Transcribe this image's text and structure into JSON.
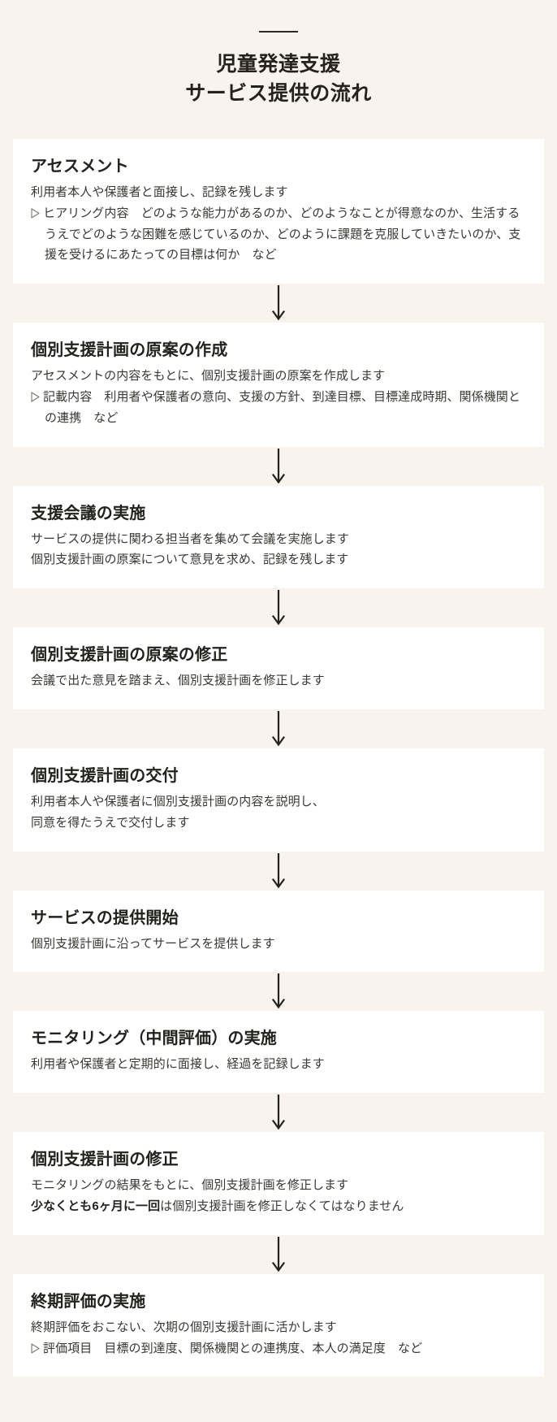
{
  "colors": {
    "page_background": "#f8f4ed",
    "card_background": "#ffffff",
    "text": "#2b2a28",
    "heading": "#23221f",
    "rule": "#2b2a28",
    "arrow": "#23221f"
  },
  "header": {
    "rule": "horizontal-rule",
    "title_line1": "児童発達支援",
    "title_line2": "サービス提供の流れ"
  },
  "icons": {
    "bullet": "triangle-right-outline-icon",
    "connector": "arrow-down-icon"
  },
  "flow": {
    "connector_label": "↓",
    "steps": [
      {
        "title": "アセスメント",
        "lines": [
          "利用者本人や保護者と面接し、記録を残します"
        ],
        "bullet": "ヒアリング内容　どのような能力があるのか、どのようなことが得意なのか、生活するうえでどのような困難を感じているのか、どのように課題を克服していきたいのか、支援を受けるにあたっての目標は何か　など"
      },
      {
        "title": "個別支援計画の原案の作成",
        "lines": [
          "アセスメントの内容をもとに、個別支援計画の原案を作成します"
        ],
        "bullet": "記載内容　利用者や保護者の意向、支援の方針、到達目標、目標達成時期、関係機関との連携　など"
      },
      {
        "title": "支援会議の実施",
        "lines": [
          "サービスの提供に関わる担当者を集めて会議を実施します",
          "個別支援計画の原案について意見を求め、記録を残します"
        ],
        "bullet": ""
      },
      {
        "title": "個別支援計画の原案の修正",
        "lines": [
          "会議で出た意見を踏まえ、個別支援計画を修正します"
        ],
        "bullet": ""
      },
      {
        "title": "個別支援計画の交付",
        "lines": [
          "利用者本人や保護者に個別支援計画の内容を説明し、",
          "同意を得たうえで交付します"
        ],
        "bullet": ""
      },
      {
        "title": "サービスの提供開始",
        "lines": [
          "個別支援計画に沿ってサービスを提供します"
        ],
        "bullet": ""
      },
      {
        "title": "モニタリング（中間評価）の実施",
        "lines": [
          "利用者や保護者と定期的に面接し、経過を記録します"
        ],
        "bullet": ""
      },
      {
        "title": "個別支援計画の修正",
        "lines": [
          "モニタリングの結果をもとに、個別支援計画を修正します"
        ],
        "emphasis_line": {
          "bold": "少なくとも6ヶ月に一回",
          "rest": "は個別支援計画を修正しなくてはなりません"
        },
        "bullet": ""
      },
      {
        "title": "終期評価の実施",
        "lines": [
          "終期評価をおこない、次期の個別支援計画に活かします"
        ],
        "bullet": "評価項目　目標の到達度、関係機関との連携度、本人の満足度　など"
      }
    ]
  }
}
